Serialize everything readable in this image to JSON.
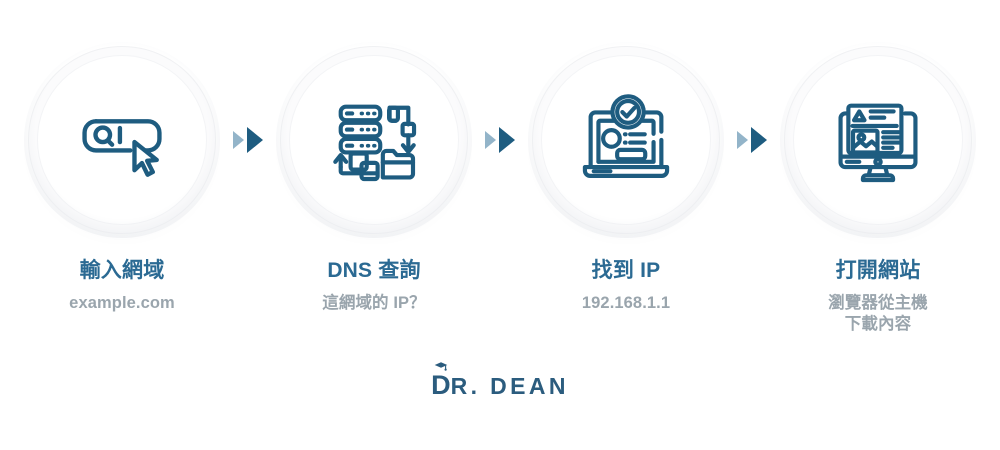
{
  "theme": {
    "icon_stroke": "#1E5C80",
    "title_color": "#2B6A93",
    "subtitle_color": "#9AA5AD",
    "arrow_light": "#93B4C9",
    "arrow_dark": "#1E5C80",
    "background": "#FFFFFF",
    "brand_color": "#2B5C7E"
  },
  "steps": [
    {
      "icon": "search-bar-cursor-icon",
      "title": "輸入網域",
      "subtitle_lines": [
        "example.com"
      ]
    },
    {
      "icon": "dns-server-lookup-icon",
      "title": "DNS 查詢",
      "subtitle_lines": [
        "這網域的 IP？"
      ]
    },
    {
      "icon": "laptop-check-ip-icon",
      "title": "找到 IP",
      "subtitle_lines": [
        "192.168.1.1"
      ]
    },
    {
      "icon": "desktop-monitor-webpage-icon",
      "title": "打開網站",
      "subtitle_lines": [
        "瀏覽器從主機",
        "下載內容"
      ]
    }
  ],
  "separators": [
    {
      "name": "step-arrow-1"
    },
    {
      "name": "step-arrow-2"
    },
    {
      "name": "step-arrow-3"
    }
  ],
  "brand": {
    "mark_letter": "D",
    "rest_text": "R. DEAN",
    "cap_icon": "graduation-cap-icon"
  }
}
